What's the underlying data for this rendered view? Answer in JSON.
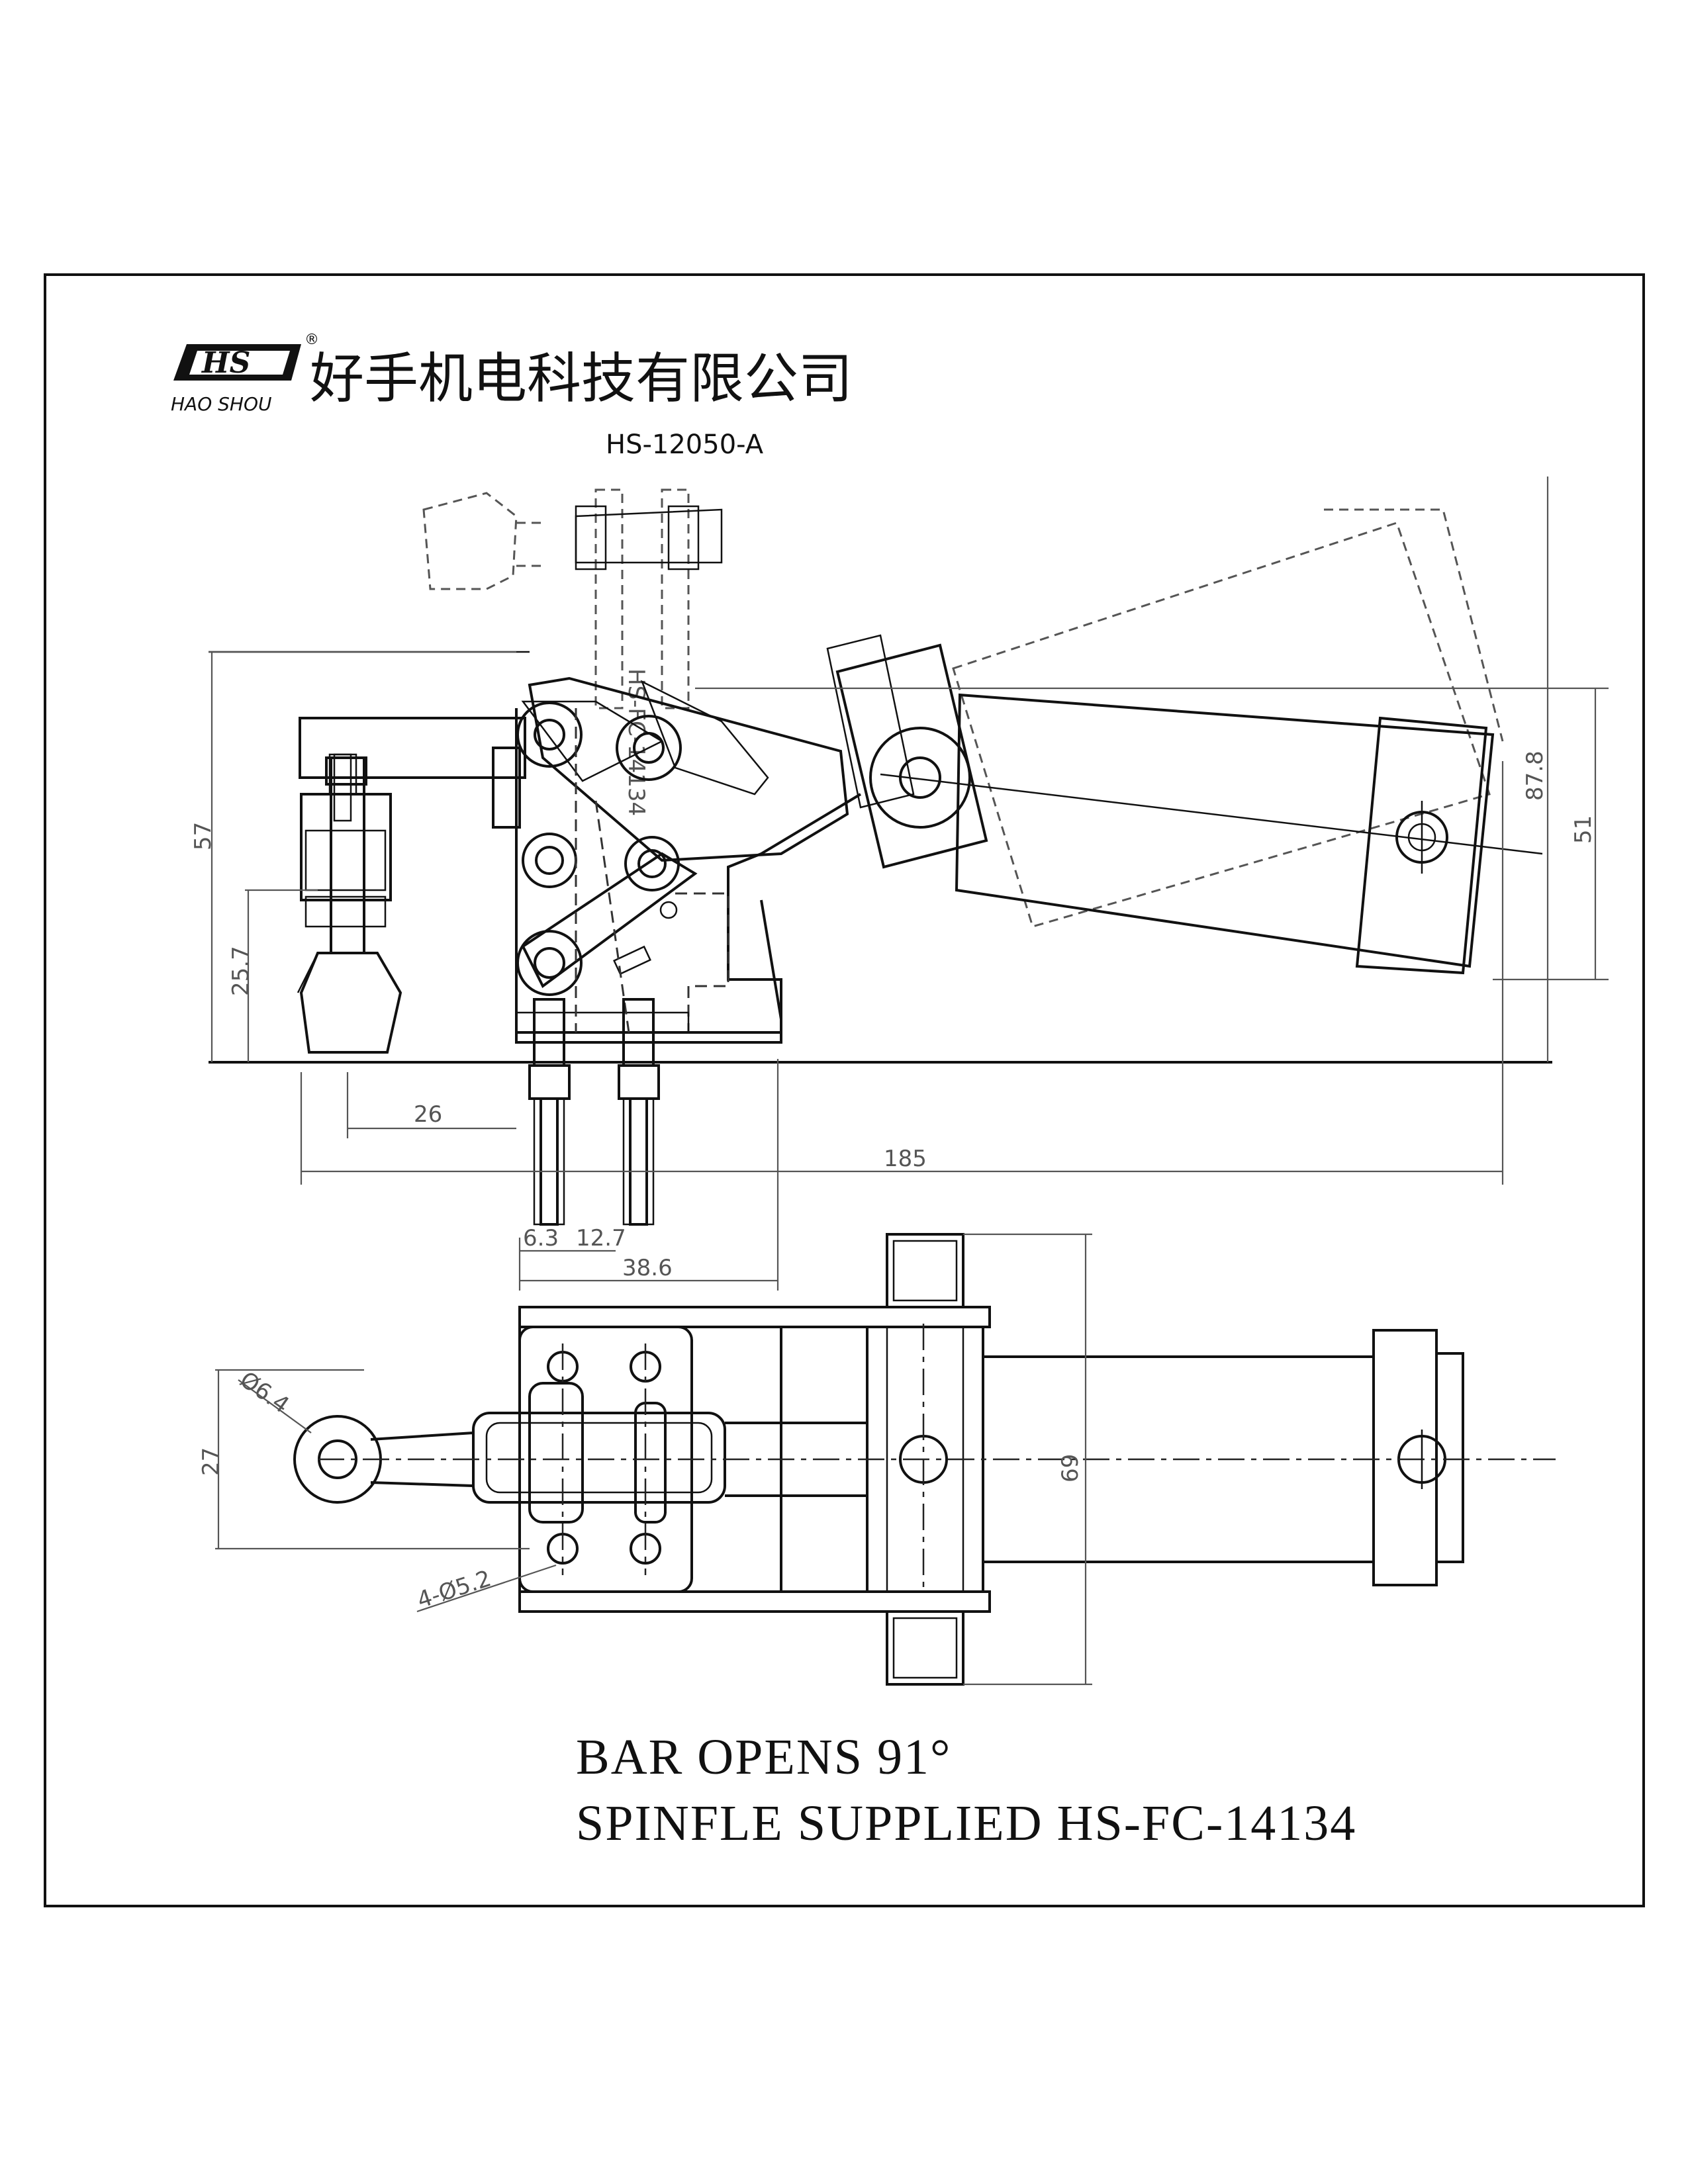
{
  "company": {
    "logo_text": "HS",
    "brand": "HAO SHOU",
    "name_cn": "好手机电科技有限公司",
    "registered_mark": "®"
  },
  "drawing": {
    "model": "HS-12050-A",
    "ghost_spindle_mark": "HS-FC-14134"
  },
  "dimensions": {
    "height_57": "57",
    "height_25_7": "25.7",
    "offset_26": "26",
    "length_185": "185",
    "hole_6_3": "6.3",
    "hole_12_7": "12.7",
    "base_38_6": "38.6",
    "cyl_87_8": "87.8",
    "cyl_51": "51",
    "width_27": "27",
    "dia_6_4": "Ø6.4",
    "holes_4_5_2": "4-Ø5.2",
    "width_69": "69"
  },
  "notes": {
    "line1": "BAR OPENS  91°",
    "line2": "SPINFLE SUPPLIED  HS-FC-14134"
  }
}
